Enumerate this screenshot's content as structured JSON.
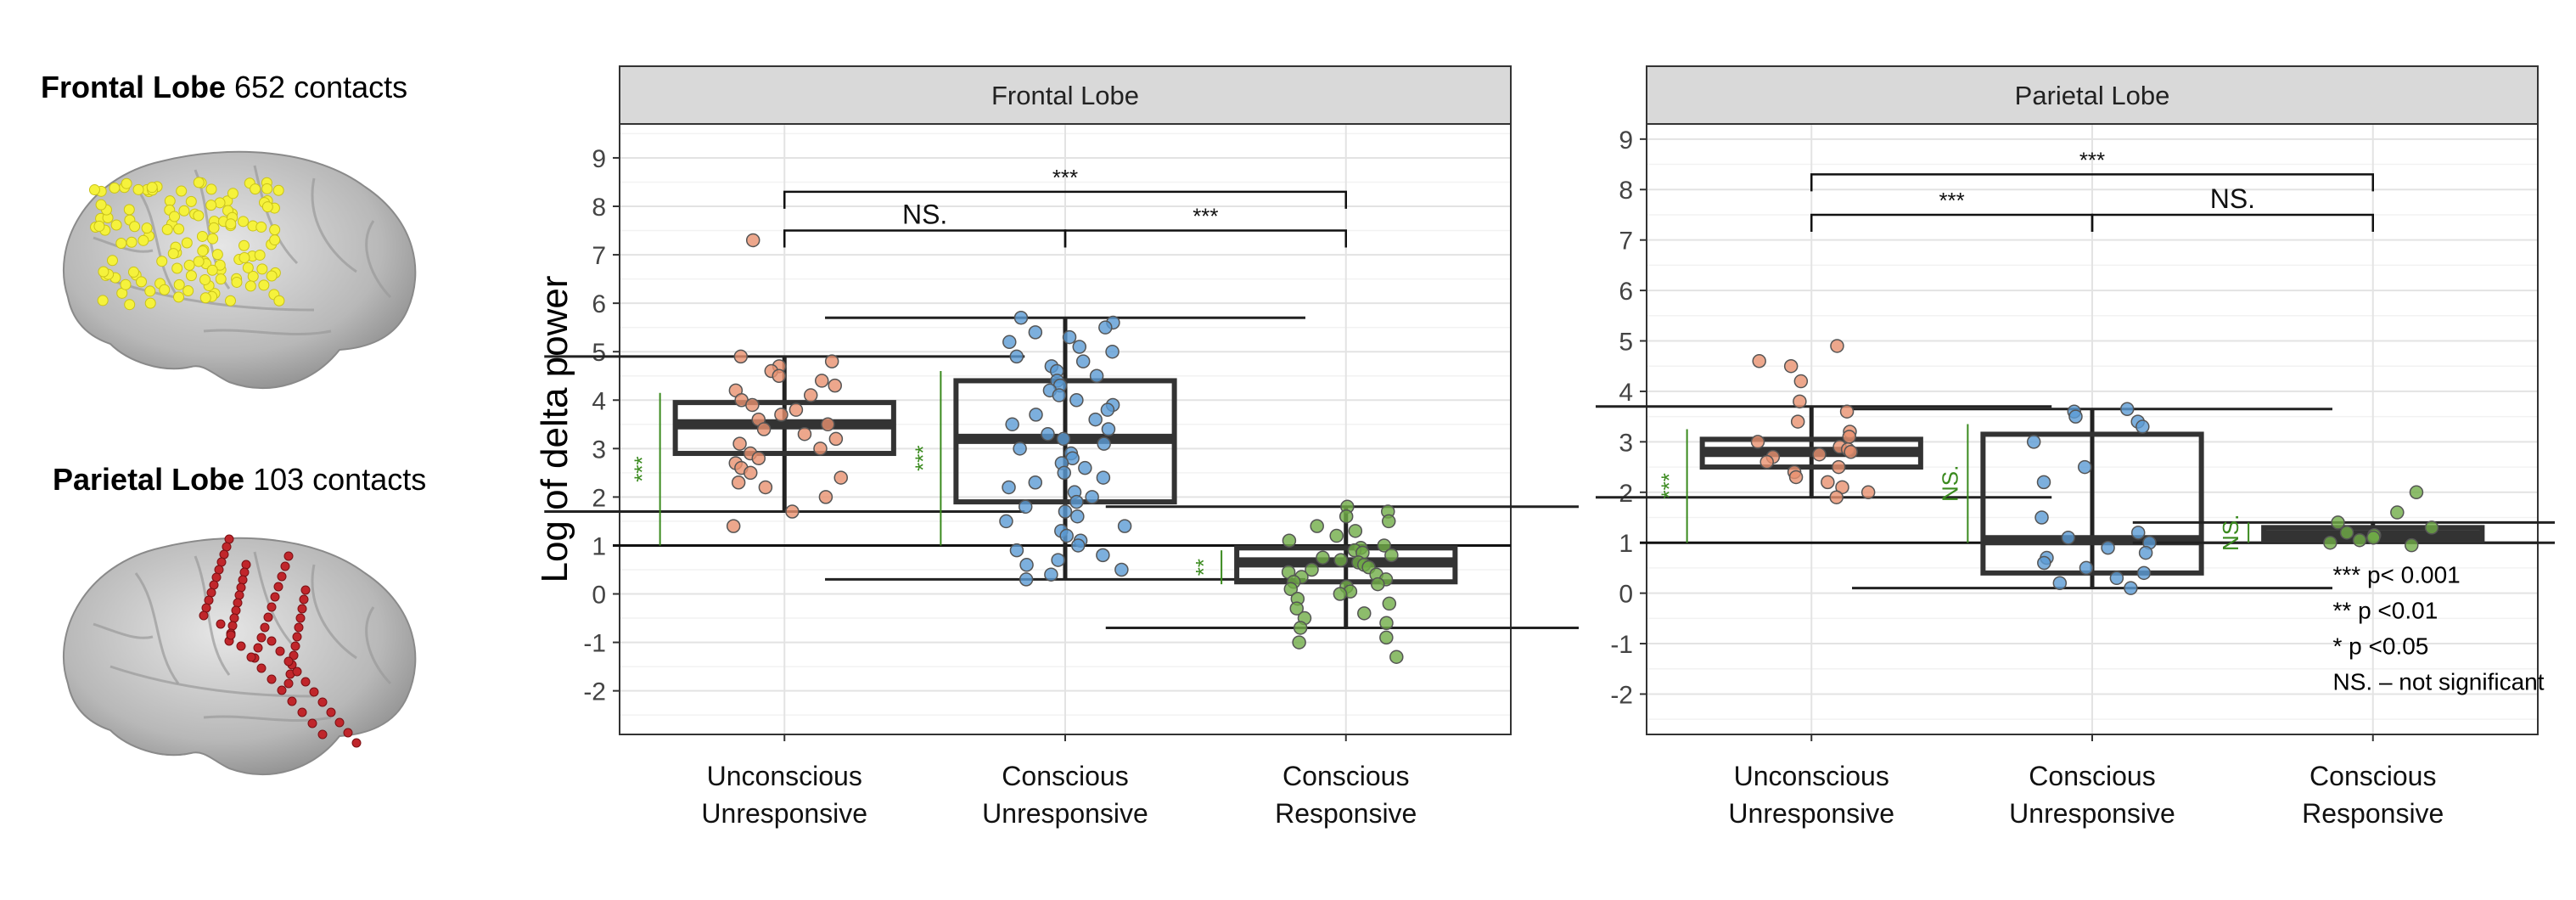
{
  "brain_panels": [
    {
      "lobe": "Frontal Lobe",
      "count_text": "652 contacts",
      "dot_color": "#f5f23c"
    },
    {
      "lobe": "Parietal Lobe",
      "count_text": "103 contacts",
      "dot_color": "#c0262b"
    }
  ],
  "legend": {
    "lines": [
      "*** p< 0.001",
      "** p <0.01",
      "* p <0.05",
      "NS. – not significant"
    ]
  },
  "colors": {
    "unconscious_unresponsive": "#e8916f",
    "conscious_unresponsive": "#5b9bd5",
    "conscious_responsive": "#70ad47",
    "significance_green": "#3a8a1e",
    "strip_bg": "#d9d9d9"
  },
  "chart_data": [
    {
      "type": "box",
      "title": "Frontal Lobe",
      "ylabel": "Log of delta power",
      "ylim": [
        -2.9,
        9.7
      ],
      "yticks": [
        -2,
        -1,
        0,
        1,
        2,
        3,
        4,
        5,
        6,
        7,
        8,
        9
      ],
      "reference_line": 1,
      "categories": [
        "Unconscious\nUnresponsive",
        "Conscious\nUnresponsive",
        "Conscious\nResponsive"
      ],
      "boxes": [
        {
          "q1": 2.9,
          "median": 3.5,
          "q3": 3.95,
          "whisker_low": 1.7,
          "whisker_high": 4.9
        },
        {
          "q1": 1.9,
          "median": 3.2,
          "q3": 4.4,
          "whisker_low": 0.3,
          "whisker_high": 5.7
        },
        {
          "q1": 0.25,
          "median": 0.65,
          "q3": 0.95,
          "whisker_low": -0.7,
          "whisker_high": 1.8
        }
      ],
      "points": [
        [
          7.3,
          4.9,
          4.8,
          4.7,
          4.6,
          4.5,
          4.4,
          4.3,
          4.2,
          4.1,
          4.0,
          3.9,
          3.8,
          3.7,
          3.6,
          3.5,
          3.4,
          3.3,
          3.2,
          3.1,
          3.0,
          2.9,
          2.8,
          2.7,
          2.6,
          2.5,
          2.4,
          2.3,
          2.2,
          2.0,
          1.7,
          1.4
        ],
        [
          5.7,
          5.6,
          5.5,
          5.4,
          5.3,
          5.2,
          5.1,
          5.0,
          4.9,
          4.8,
          4.7,
          4.6,
          4.5,
          4.4,
          4.3,
          4.2,
          4.1,
          4.0,
          3.9,
          3.8,
          3.7,
          3.6,
          3.5,
          3.4,
          3.3,
          3.2,
          3.1,
          3.0,
          2.9,
          2.8,
          2.7,
          2.6,
          2.5,
          2.4,
          2.3,
          2.2,
          2.1,
          2.0,
          1.9,
          1.8,
          1.7,
          1.6,
          1.5,
          1.4,
          1.3,
          1.2,
          1.1,
          1.0,
          0.9,
          0.8,
          0.7,
          0.6,
          0.5,
          0.4,
          0.3
        ],
        [
          1.8,
          1.7,
          1.6,
          1.5,
          1.4,
          1.3,
          1.2,
          1.1,
          1.0,
          0.95,
          0.9,
          0.85,
          0.8,
          0.75,
          0.7,
          0.65,
          0.6,
          0.55,
          0.5,
          0.45,
          0.4,
          0.35,
          0.3,
          0.25,
          0.2,
          0.15,
          0.1,
          0.05,
          0.0,
          -0.1,
          -0.2,
          -0.3,
          -0.4,
          -0.5,
          -0.6,
          -0.7,
          -0.9,
          -1.0,
          -1.3
        ]
      ],
      "within_group_significance": [
        "***",
        "***",
        "**"
      ],
      "comparisons": [
        {
          "from": 0,
          "to": 1,
          "label": "NS.",
          "y": 7.5
        },
        {
          "from": 1,
          "to": 2,
          "label": "***",
          "y": 7.5
        },
        {
          "from": 0,
          "to": 2,
          "label": "***",
          "y": 8.3
        }
      ]
    },
    {
      "type": "box",
      "title": "Parietal Lobe",
      "ylabel": "",
      "ylim": [
        -2.8,
        9.3
      ],
      "yticks": [
        -2,
        -1,
        0,
        1,
        2,
        3,
        4,
        5,
        6,
        7,
        8,
        9
      ],
      "reference_line": 1,
      "categories": [
        "Unconscious\nUnresponsive",
        "Conscious\nUnresponsive",
        "Conscious\nResponsive"
      ],
      "boxes": [
        {
          "q1": 2.5,
          "median": 2.8,
          "q3": 3.05,
          "whisker_low": 1.9,
          "whisker_high": 3.7
        },
        {
          "q1": 0.4,
          "median": 1.05,
          "q3": 3.15,
          "whisker_low": 0.1,
          "whisker_high": 3.65
        },
        {
          "q1": 1.05,
          "median": 1.15,
          "q3": 1.3,
          "whisker_low": 1.0,
          "whisker_high": 1.4
        }
      ],
      "points": [
        [
          4.9,
          4.6,
          4.5,
          4.2,
          3.8,
          3.6,
          3.4,
          3.2,
          3.1,
          3.0,
          2.9,
          2.85,
          2.8,
          2.75,
          2.7,
          2.6,
          2.5,
          2.4,
          2.3,
          2.2,
          2.1,
          2.0,
          1.9
        ],
        [
          3.65,
          3.6,
          3.5,
          3.4,
          3.3,
          3.0,
          2.5,
          2.2,
          1.5,
          1.2,
          1.1,
          1.0,
          0.9,
          0.8,
          0.7,
          0.6,
          0.5,
          0.4,
          0.3,
          0.2,
          0.1
        ],
        [
          2.0,
          1.6,
          1.4,
          1.3,
          1.2,
          1.15,
          1.1,
          1.05,
          1.0,
          0.95
        ]
      ],
      "within_group_significance": [
        "***",
        "NS.",
        "NS."
      ],
      "comparisons": [
        {
          "from": 0,
          "to": 1,
          "label": "***",
          "y": 7.5
        },
        {
          "from": 1,
          "to": 2,
          "label": "NS.",
          "y": 7.5
        },
        {
          "from": 0,
          "to": 2,
          "label": "***",
          "y": 8.3
        }
      ]
    }
  ]
}
